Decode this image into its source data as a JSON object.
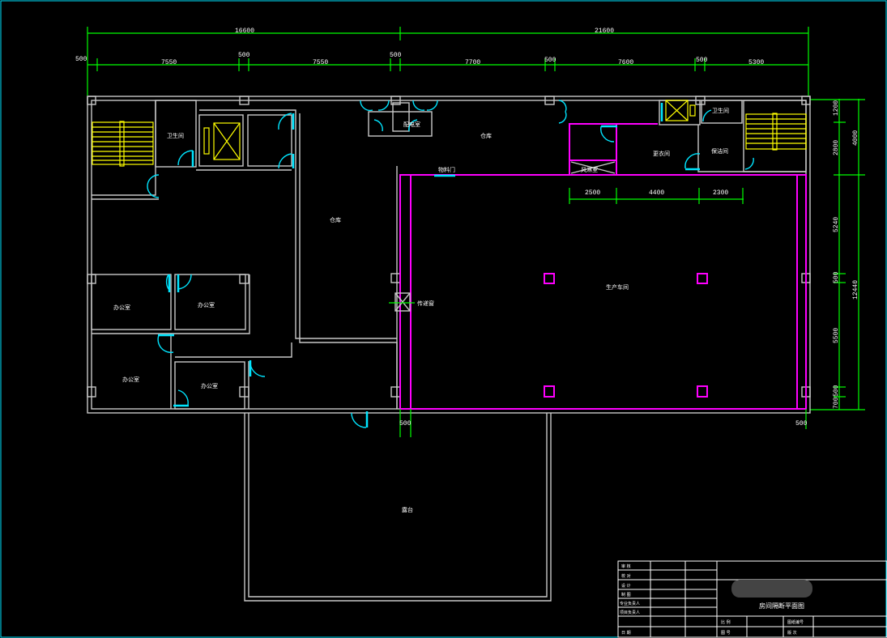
{
  "dimensions": {
    "top_overall": [
      "16600",
      "21600"
    ],
    "top_detail": [
      "500",
      "7550",
      "500",
      "7550",
      "500",
      "7700",
      "500",
      "7600",
      "500",
      "5300"
    ],
    "right_detail": [
      "1200",
      "2800",
      "5240",
      "500",
      "5500",
      "700",
      "500"
    ],
    "right_overall": [
      "4000",
      "12440"
    ],
    "inner": [
      "2500",
      "4400",
      "2300"
    ],
    "bottom": [
      "500",
      "500"
    ]
  },
  "rooms": {
    "toilet_left": "卫生间",
    "power_room": "配电室",
    "warehouse_top": "仓库",
    "warehouse_left": "仓库",
    "changing_room": "更衣间",
    "cleaning_room": "保洁间",
    "toilet_right": "卫生间",
    "air_shower": "风淋室",
    "material_door": "物料门",
    "pass_window": "传递窗",
    "production": "生产车间",
    "office_1": "办公室",
    "office_2": "办公室",
    "office_3": "办公室",
    "office_4": "办公室",
    "platform": "露台"
  },
  "title_block": {
    "drawing_title": "房间隔断平面图",
    "rows": [
      "审 核",
      "校 对",
      "设 计",
      "制 图",
      "专业负责人",
      "项目负责人",
      "",
      "日 期"
    ],
    "bottom_labels": [
      "比 例",
      "图 号",
      "图纸编号",
      "版 次"
    ]
  },
  "colors": {
    "wall": "#c8c8c8",
    "clean_zone": "#ff00ff",
    "door": "#00e5ff",
    "stair": "#ffff00",
    "dimension": "#00ff00"
  }
}
